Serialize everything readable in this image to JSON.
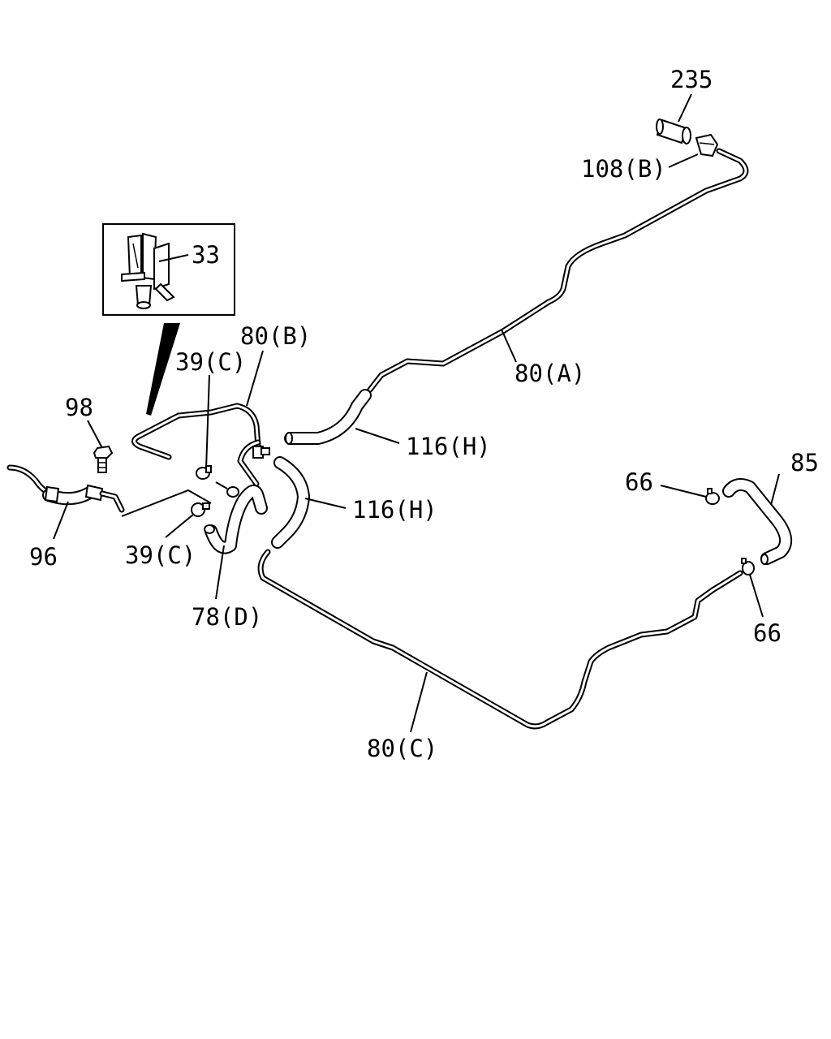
{
  "labels": {
    "p235": "235",
    "p108b": "108(B)",
    "p33": "33",
    "p80b": "80(B)",
    "p39c_top": "39(C)",
    "p98": "98",
    "p80a": "80(A)",
    "p116h_top": "116(H)",
    "p116h_mid": "116(H)",
    "p66_top": "66",
    "p85": "85",
    "p96": "96",
    "p39c_bottom": "39(C)",
    "p78d": "78(D)",
    "p66_bottom": "66",
    "p80c": "80(C)"
  },
  "colors": {
    "line": "#000000",
    "background": "#ffffff"
  }
}
